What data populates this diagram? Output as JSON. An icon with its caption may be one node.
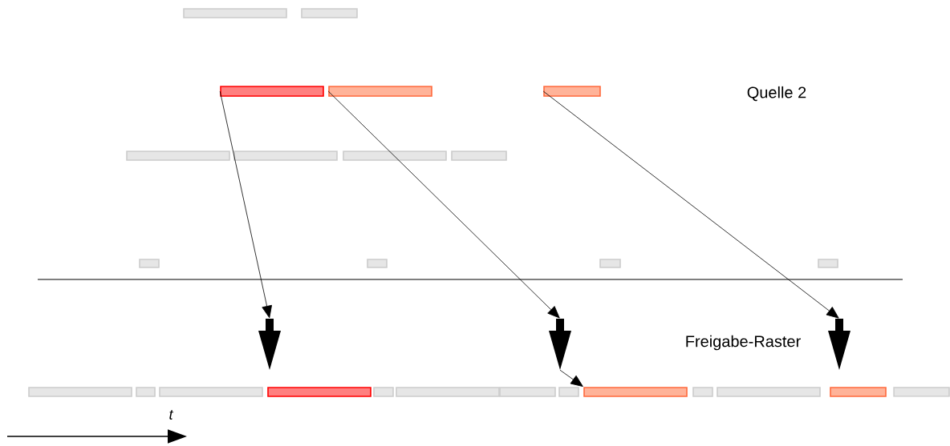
{
  "diagram": {
    "nodes": [
      {
        "text": [],
        "shape": "bar"
      },
      {
        "text": [],
        "shape": "bar"
      },
      {
        "text": [],
        "shape": "bar"
      },
      {
        "text": [],
        "shape": "bar"
      },
      {
        "text": [],
        "shape": "bar"
      },
      {
        "text": [],
        "shape": "bar"
      },
      {
        "text": [],
        "shape": "bar"
      },
      {
        "text": [],
        "shape": "bar"
      },
      {
        "text": [],
        "shape": "bar"
      },
      {
        "text": [],
        "shape": "bar"
      },
      {
        "text": [],
        "shape": "bar"
      },
      {
        "text": [],
        "shape": "bar"
      },
      {
        "text": [],
        "shape": "bar"
      },
      {
        "text": [],
        "shape": "arrow"
      },
      {
        "text": [],
        "shape": "arrow"
      },
      {
        "text": [],
        "shape": "arrow"
      },
      {
        "text": [],
        "shape": "bar"
      },
      {
        "text": [],
        "shape": "bar"
      },
      {
        "text": [],
        "shape": "bar"
      },
      {
        "text": [],
        "shape": "bar"
      },
      {
        "text": [],
        "shape": "bar"
      },
      {
        "text": [],
        "shape": "bar"
      },
      {
        "text": [],
        "shape": "bar"
      },
      {
        "text": [],
        "shape": "bar"
      },
      {
        "text": [],
        "shape": "bar"
      },
      {
        "text": [],
        "shape": "bar"
      },
      {
        "text": [],
        "shape": "bar"
      },
      {
        "text": [],
        "shape": "bar"
      },
      {
        "text": [],
        "shape": "bar"
      }
    ],
    "edges": [
      {
        "from": 2,
        "to": 13,
        "arrow": "to"
      },
      {
        "from": 3,
        "to": 14,
        "arrow": "to"
      },
      {
        "from": 14,
        "to": 24,
        "arrow": "to"
      },
      {
        "from": 4,
        "to": 15,
        "arrow": "to"
      }
    ],
    "labels": [
      "Quelle 2",
      "Freigabe-Raster",
      "t"
    ]
  }
}
